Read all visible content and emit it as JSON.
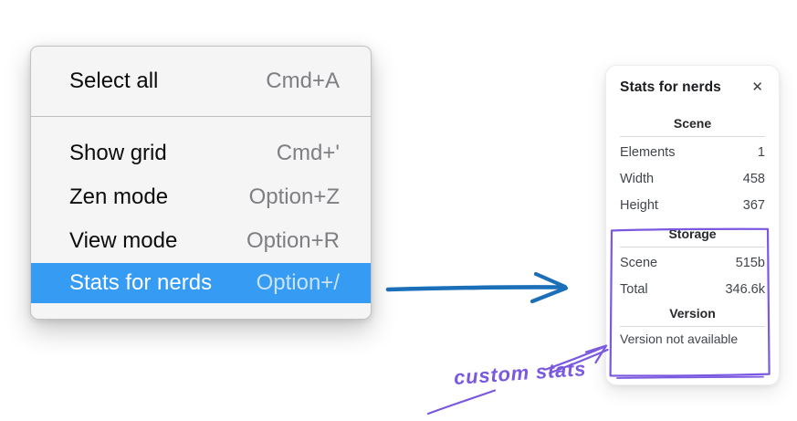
{
  "colors": {
    "menu-highlight": "#359bf3",
    "arrow-blue": "#1b6fb8",
    "annotation-violet": "#7a58e0"
  },
  "context_menu": {
    "sections": [
      {
        "items": [
          {
            "label": "Select all",
            "shortcut": "Cmd+A",
            "highlighted": false
          }
        ]
      },
      {
        "items": [
          {
            "label": "Show grid",
            "shortcut": "Cmd+'",
            "highlighted": false
          },
          {
            "label": "Zen mode",
            "shortcut": "Option+Z",
            "highlighted": false
          },
          {
            "label": "View mode",
            "shortcut": "Option+R",
            "highlighted": false
          },
          {
            "label": "Stats for nerds",
            "shortcut": "Option+/",
            "highlighted": true
          }
        ]
      }
    ]
  },
  "stats_panel": {
    "title": "Stats for nerds",
    "close_glyph": "✕",
    "scene": {
      "heading": "Scene",
      "rows": [
        {
          "label": "Elements",
          "value": "1"
        },
        {
          "label": "Width",
          "value": "458"
        },
        {
          "label": "Height",
          "value": "367"
        }
      ]
    },
    "storage": {
      "heading": "Storage",
      "rows": [
        {
          "label": "Scene",
          "value": "515b"
        },
        {
          "label": "Total",
          "value": "346.6k"
        }
      ]
    },
    "version": {
      "heading": "Version",
      "note": "Version not available"
    }
  },
  "annotation": {
    "label": "custom stats"
  }
}
